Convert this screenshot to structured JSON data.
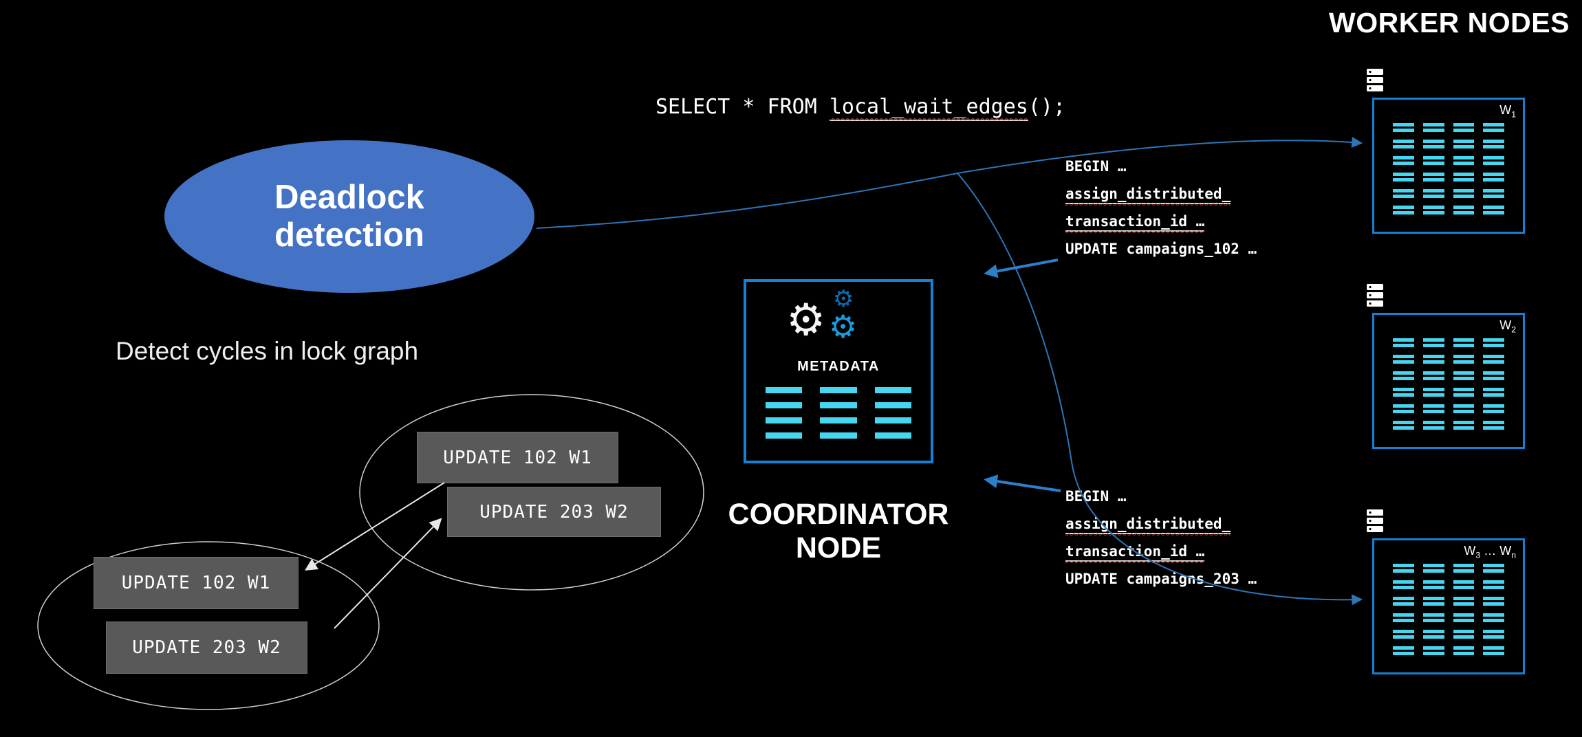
{
  "title": "WORKER NODES",
  "sql": {
    "prefix": "SELECT * FROM ",
    "underlined": "local_wait_edges",
    "suffix": "();"
  },
  "deadlock": {
    "line1": "Deadlock",
    "line2": "detection"
  },
  "caption": "Detect cycles in lock graph",
  "coordinator": {
    "label_line1": "COORDINATOR",
    "label_line2": "NODE",
    "metadata_label": "METADATA",
    "grid": {
      "rows": 4,
      "cols": 3
    }
  },
  "workers": [
    {
      "label": "W",
      "sub": "1",
      "grid": {
        "rows": 6,
        "cols": 4
      }
    },
    {
      "label": "W",
      "sub": "2",
      "grid": {
        "rows": 6,
        "cols": 4
      }
    },
    {
      "label": "W",
      "sub": "3",
      "sep": " … ",
      "label2": "W",
      "sub2": "n",
      "grid": {
        "rows": 6,
        "cols": 4
      }
    }
  ],
  "transactions": [
    {
      "lines": [
        {
          "text": "BEGIN …"
        },
        {
          "text": "assign_distributed_"
        },
        {
          "text": "transaction_id …"
        },
        {
          "text": "UPDATE campaigns_102 …"
        }
      ]
    },
    {
      "lines": [
        {
          "text": "BEGIN …"
        },
        {
          "text": "assign_distributed_"
        },
        {
          "text": "transaction_id …"
        },
        {
          "text": "UPDATE campaigns_203 …"
        }
      ]
    }
  ],
  "lock_graph": {
    "top_boxes": [
      "UPDATE 102 W1",
      "UPDATE 203 W2"
    ],
    "bottom_boxes": [
      "UPDATE 102 W1",
      "UPDATE 203 W2"
    ]
  },
  "icons": {
    "gear": "⚙"
  },
  "colors": {
    "accent_blue": "#2e75b6",
    "box_border_blue": "#1581d6",
    "cyan": "#45d6f2",
    "ellipse_fill": "#4472c4",
    "gray_box": "#595959"
  }
}
